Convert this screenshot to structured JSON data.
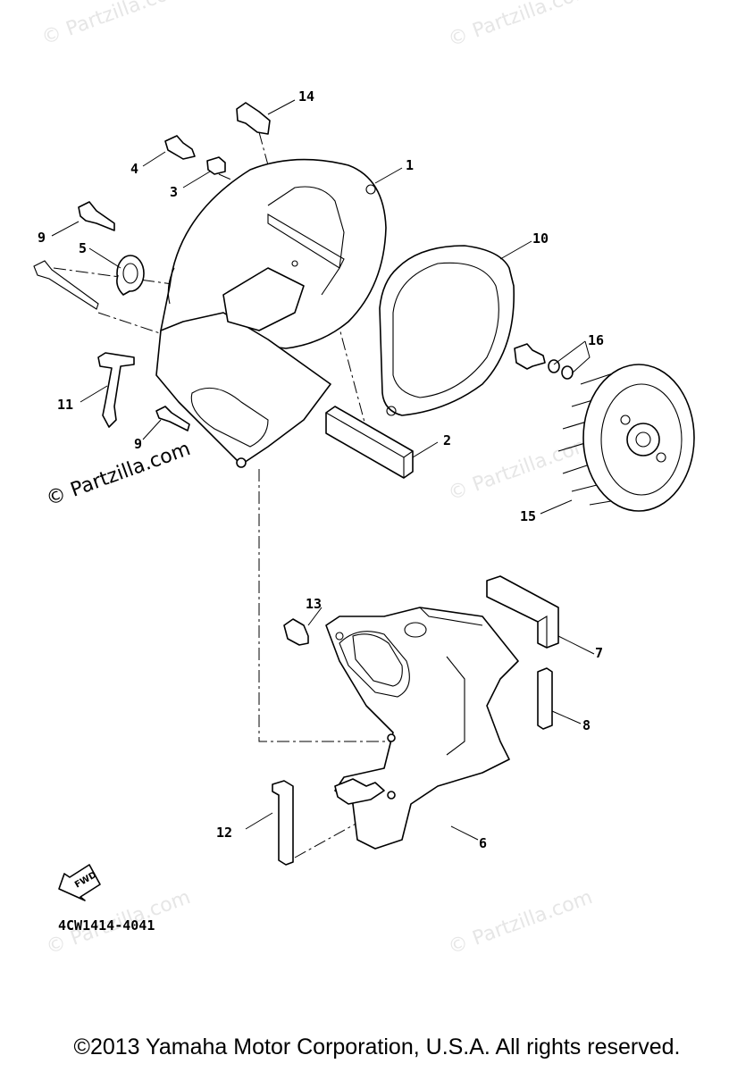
{
  "watermark_faint": "© Partzilla.com",
  "watermark_main": "© Partzilla.com",
  "callouts": {
    "p1": "1",
    "p2": "2",
    "p3": "3",
    "p4": "4",
    "p5": "5",
    "p6": "6",
    "p7": "7",
    "p8": "8",
    "p9a": "9",
    "p9b": "9",
    "p10": "10",
    "p11": "11",
    "p12": "12",
    "p13": "13",
    "p14": "14",
    "p15": "15",
    "p16": "16"
  },
  "fwd_label": "FWD",
  "diagram_code": "4CW1414-4041",
  "copyright": "©2013 Yamaha Motor Corporation, U.S.A. All rights reserved."
}
